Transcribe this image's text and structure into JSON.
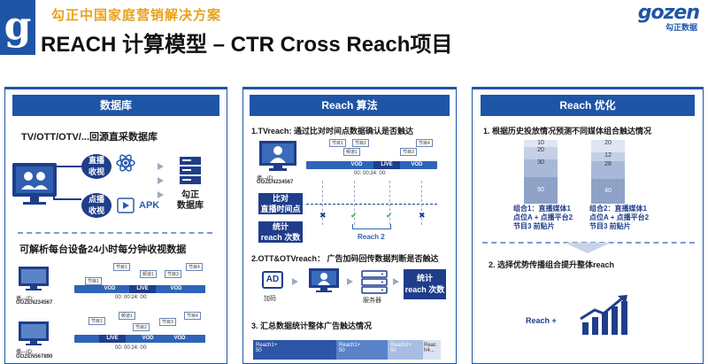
{
  "header": {
    "logo_letter": "g",
    "subtitle": "勾正中国家庭营销解决方案",
    "title": "REACH 计算模型 – CTR Cross Reach项目",
    "brand": "gozen",
    "brand_sub": "勾正数据"
  },
  "left": {
    "header": "数据库",
    "section1": "TV/OTT/OTV/...回源直采数据库",
    "live_label": "直播\n收视",
    "vod_label": "点播\n收视",
    "apk": "APK",
    "db_label": "勾正\n数据库",
    "section2": "可解析每台设备24小时每分钟收视数据",
    "device1_id": "GOZEN234567",
    "device2_id": "GOZEN567890",
    "device_prefix": "播—ID:",
    "vod": "VOD",
    "live": "LIVE",
    "time": "00:  00:24:  00:",
    "ticks": [
      "节目1",
      "频道1",
      "节目2",
      "节目3",
      "节目4"
    ]
  },
  "middle": {
    "header": "Reach 算法",
    "step1": "1.TVreach: 通过比对时间点数据确认是否触达",
    "device_id": "GOZEN234567",
    "compare_box": "比对\n直播时间点",
    "stats_box": "统计\nreach 次数",
    "reach2": "Reach 2",
    "step2": "2.OTT&OTVreach： 广告加码回传数据判断是否触达",
    "ad_label": "AD",
    "ad_caption": "加码",
    "server_caption": "服务器",
    "stats_box2": "统计\nreach 次数",
    "step3": "3. 汇总数据统计整体广告触达情况",
    "summary": [
      {
        "label": "Reach1+",
        "value": "50"
      },
      {
        "label": "Reach1+",
        "value": "50"
      },
      {
        "label": "Reach2+",
        "value": "50"
      },
      {
        "label": "Reac",
        "value": "h4..."
      }
    ]
  },
  "right": {
    "header": "Reach 优化",
    "step1": "1. 根据历史投放情况预测不同媒体组合触达情况",
    "bar1": [
      "10",
      "20",
      "30",
      "50"
    ],
    "bar2": [
      "20",
      "12",
      "28",
      "40"
    ],
    "combo1": "组合1：直播媒体1\n点位A + 点播平台2\n节目3 前贴片",
    "combo2": "组合2：直播媒体1\n点位A + 点播平台2\n节目3 前贴片",
    "step2": "2. 选择优势传播组合提升整体reach",
    "reach_plus": "Reach +"
  },
  "colors": {
    "navy": "#1f55a6",
    "accent": "#e8a21a",
    "live": "#1f3d8a"
  }
}
